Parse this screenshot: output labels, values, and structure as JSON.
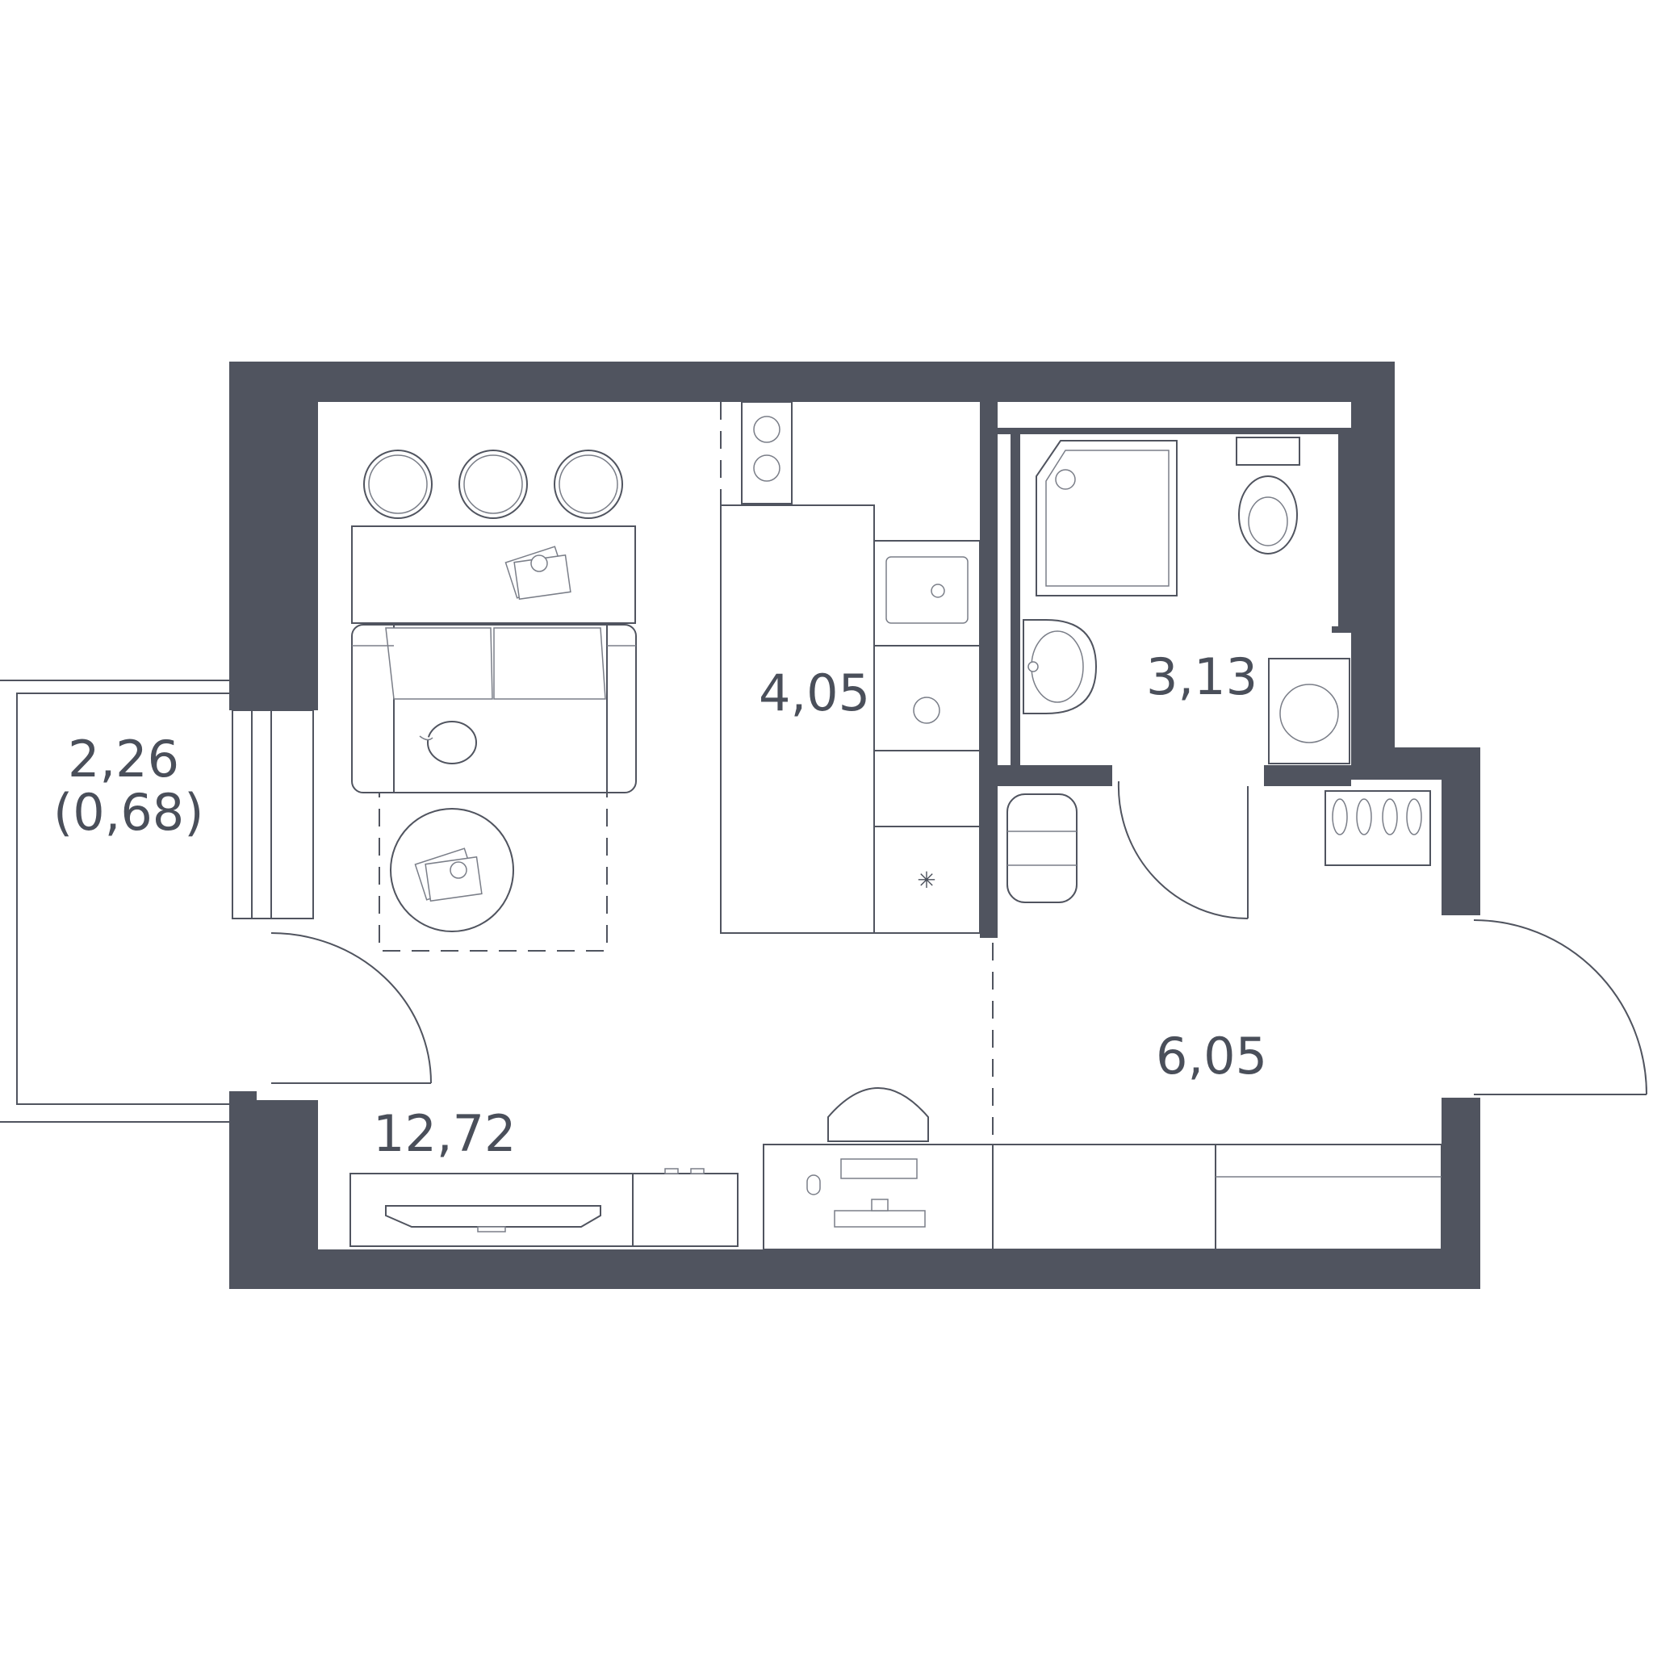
{
  "rooms": [
    {
      "id": "living",
      "name": "",
      "area": "12,72"
    },
    {
      "id": "kitchen",
      "name": "",
      "area": "4,05"
    },
    {
      "id": "bathroom",
      "name": "",
      "area": "3,13"
    },
    {
      "id": "hall",
      "name": "",
      "area": "6,05"
    },
    {
      "id": "balcony",
      "name": "",
      "area": "2,26",
      "area_reduced": "(0,68)"
    }
  ],
  "colors": {
    "wall": "#50545f",
    "line": "#50545f",
    "background": "#ffffff"
  }
}
